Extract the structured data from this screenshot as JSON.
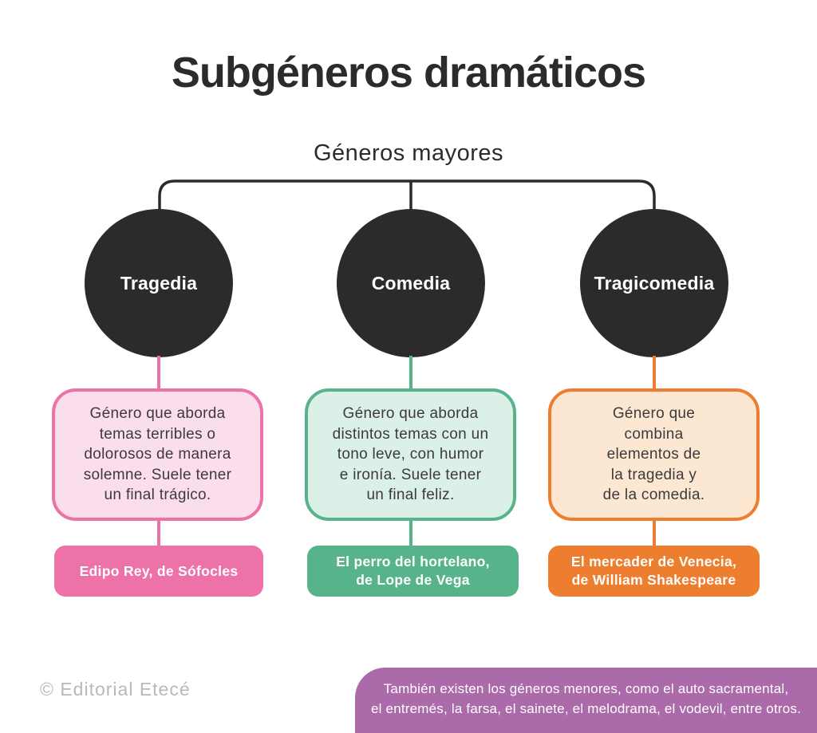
{
  "page": {
    "title": "Subgéneros dramáticos",
    "subtitle": "Géneros mayores",
    "copyright": "© Editorial Etecé"
  },
  "colors": {
    "ink": "#2d2a2b",
    "pink": "#ec72a7",
    "pink_light": "#fbdeec",
    "green": "#57b38a",
    "green_light": "#dbf0e7",
    "orange": "#ee7e2f",
    "orange_light": "#fce7d2",
    "purple": "#ab6aa9",
    "copyright_gray": "#b9b9b9",
    "circle_label": "#ffffff"
  },
  "branches": [
    {
      "name": "Tragedia",
      "description": "Género que aborda\ntemas terribles o\ndolorosos de manera\nsolemne. Suele tener\nun final trágico.",
      "example": "Edipo Rey, de Sófocles",
      "color": "#ec72a7",
      "color_light": "#fbdeec"
    },
    {
      "name": "Comedia",
      "description": "Género que aborda\ndistintos temas con un\ntono leve, con humor\ne ironía. Suele tener\nun final feliz.",
      "example": "El perro del hortelano,\nde Lope de Vega",
      "color": "#57b38a",
      "color_light": "#dbf0e7"
    },
    {
      "name": "Tragicomedia",
      "description": "Género que\ncombina\nelementos de\nla tragedia y\nde la comedia.",
      "example": "El mercader de Venecia,\nde William Shakespeare",
      "color": "#ee7e2f",
      "color_light": "#fce7d2"
    }
  ],
  "footnote": {
    "text": "También existen los géneros menores, como el auto sacramental,\nel entremés, la farsa, el sainete, el melodrama, el vodevil, entre otros."
  }
}
